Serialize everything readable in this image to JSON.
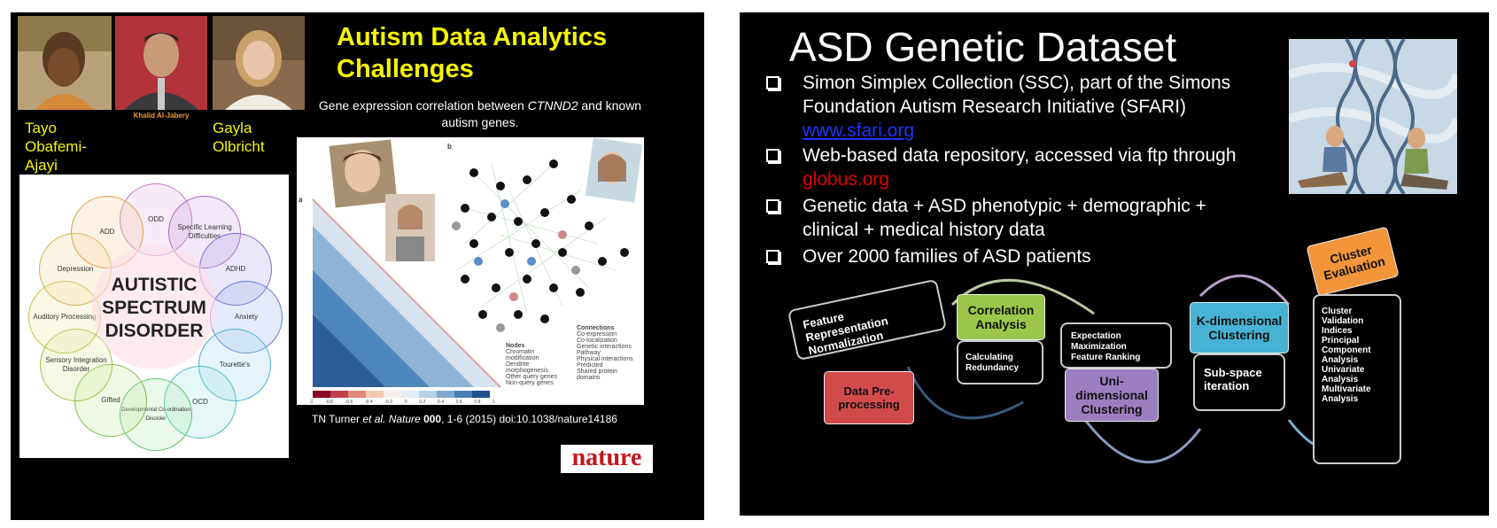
{
  "slide1": {
    "title": "Autism Data Analytics Challenges",
    "people": [
      {
        "name": "Tayo Obafemi-Ajayi"
      },
      {
        "name": "Khalid Al-Jabery"
      },
      {
        "name": "Gayla Olbricht"
      }
    ],
    "caption_prefix": "Gene expression correlation between ",
    "caption_gene": "CTNND2",
    "caption_suffix": " and known autism genes.",
    "citation_prefix": "TN Turner ",
    "citation_etal": "et al. Nature",
    "citation_vol": "000",
    "citation_suffix": ", 1-6 (2015) doi:10.1038/nature14186",
    "journal_logo": "nature",
    "diagram": {
      "center": "AUTISTIC SPECTRUM DISORDER",
      "petals": [
        "ODD",
        "Specific Learning Difficulties",
        "ADHD",
        "Anxiety",
        "Tourette's",
        "OCD",
        "Developmental Co-ordination Disorder",
        "Gifted",
        "Sensory Integration Disorder",
        "Auditory Processing",
        "Depression",
        "ADD"
      ]
    },
    "figure": {
      "panel_a": "a",
      "panel_b": "b",
      "legend_nodes_title": "Nodes",
      "legend_nodes": [
        "Chromatin modification",
        "Dendrite morphogenesis",
        "Other query genes",
        "Non-query genes"
      ],
      "legend_conn_title": "Connections",
      "legend_conn": [
        "Co-expression",
        "Co-localization",
        "Genetic interactions",
        "Pathway",
        "Physical interactions",
        "Predicted",
        "Shared protein domains"
      ],
      "scale_ticks": [
        "-1",
        "-0.8",
        "-0.6",
        "-0.4",
        "-0.2",
        "0",
        "0.2",
        "0.4",
        "0.6",
        "0.8",
        "1"
      ]
    },
    "colors": {
      "title": "#f5f500",
      "background": "#000000"
    }
  },
  "slide2": {
    "title": "ASD Genetic Dataset",
    "bullets": [
      {
        "lines": [
          "Simon Simplex Collection (SSC), part of the Simons",
          "Foundation Autism Research Initiative (SFARI)"
        ],
        "link": "www.sfari.org"
      },
      {
        "lines": [
          "Web-based data repository, accessed via ftp through"
        ],
        "red": "globus.org"
      },
      {
        "lines": [
          "Genetic data + ASD phenotypic + demographic +",
          "clinical + medical history data"
        ]
      },
      {
        "lines": [
          "Over 2000 families of ASD patients"
        ]
      }
    ],
    "flow": {
      "feature_box": [
        "Feature Representation",
        "Normalization"
      ],
      "data_pre": "Data Pre-processing",
      "correlation": "Correlation Analysis",
      "correlation_sub": [
        "Calculating Redundancy"
      ],
      "uni": "Uni-dimensional Clustering",
      "uni_sub": [
        "Expectation Maximization",
        "Feature Ranking"
      ],
      "kdim": "K-dimensional Clustering",
      "kdim_sub": [
        "Sub-space iteration"
      ],
      "cluster_eval": "Cluster Evaluation",
      "cluster_eval_sub": [
        "Cluster Validation Indices",
        "Principal Component Analysis",
        "Univariate Analysis",
        "Multivariate Analysis"
      ]
    },
    "colors": {
      "link": "#1a37ff",
      "red": "#e00000",
      "data_pre": "#d24b4b",
      "correlation": "#9bc64b",
      "uni": "#9b7ec0",
      "kdim": "#47b2d3",
      "cluster_eval": "#f3953a"
    }
  }
}
